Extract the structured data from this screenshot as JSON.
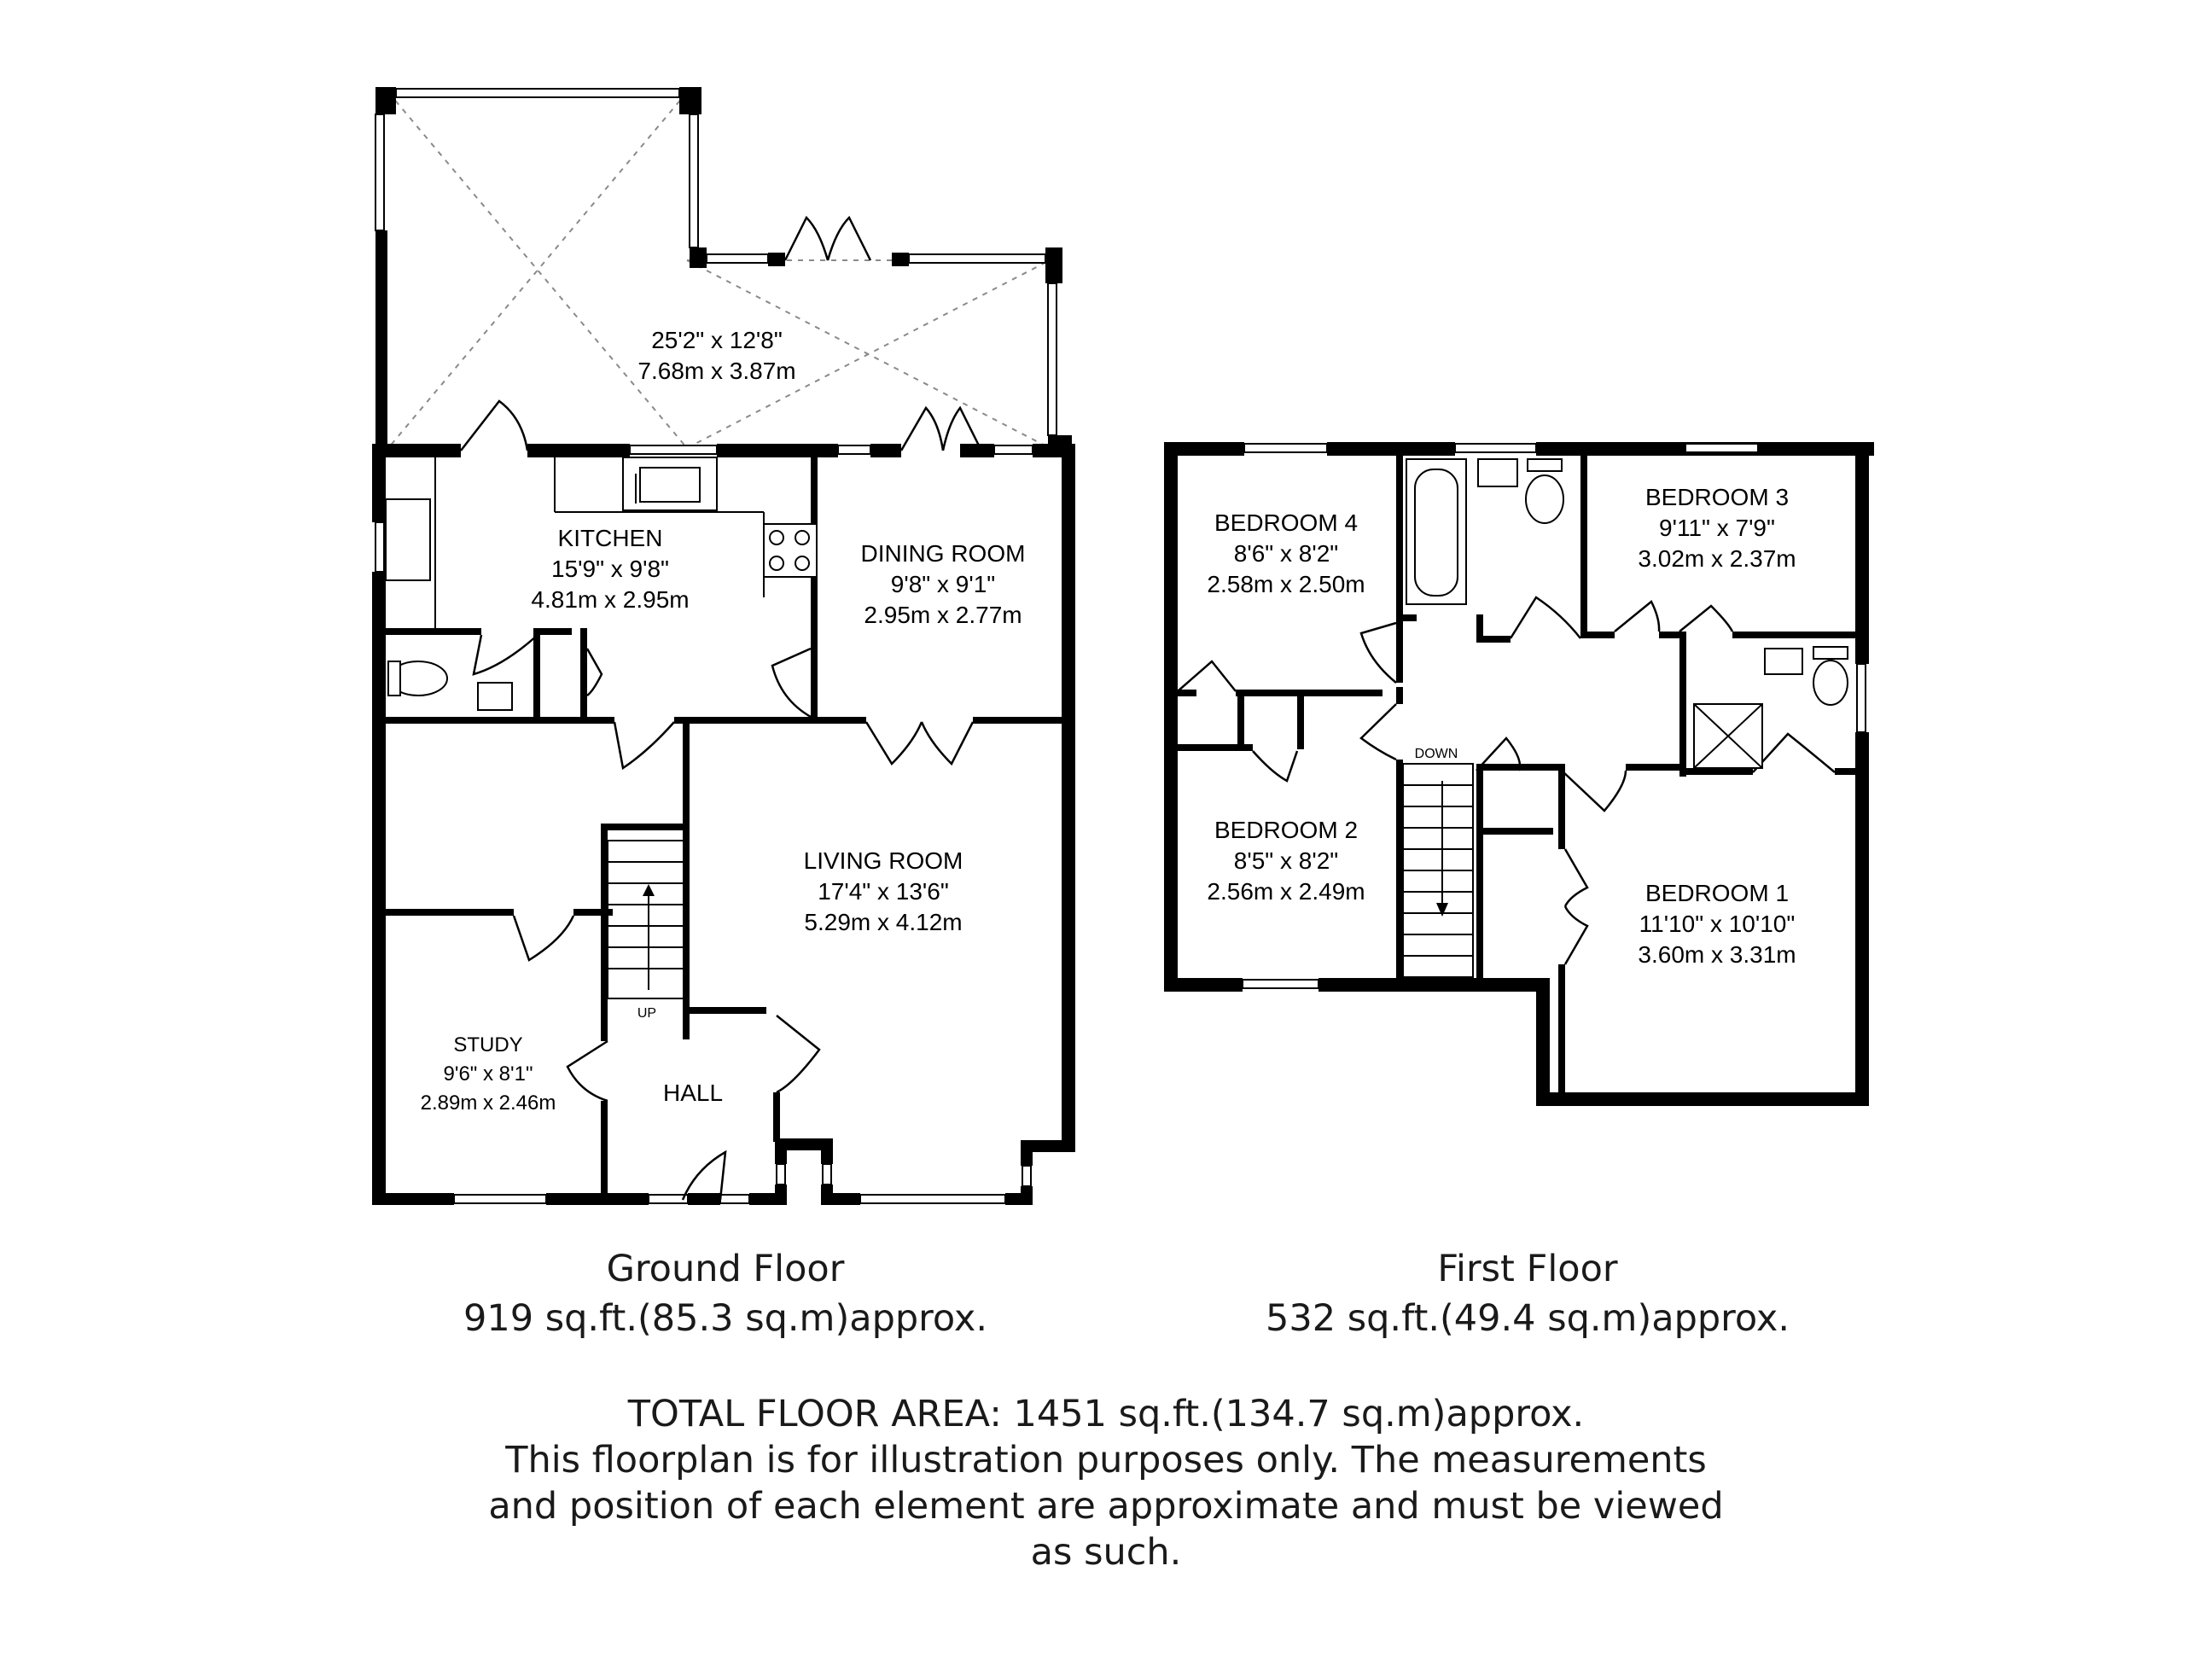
{
  "ground_floor": {
    "rooms": {
      "conservatory": {
        "name": "",
        "dim_imperial": "25'2\" x 12'8\"",
        "dim_metric": "7.68m x 3.87m"
      },
      "kitchen": {
        "name": "KITCHEN",
        "dim_imperial": "15'9\" x 9'8\"",
        "dim_metric": "4.81m x 2.95m"
      },
      "dining": {
        "name": "DINING ROOM",
        "dim_imperial": "9'8\" x 9'1\"",
        "dim_metric": "2.95m x 2.77m"
      },
      "living": {
        "name": "LIVING ROOM",
        "dim_imperial": "17'4\" x 13'6\"",
        "dim_metric": "5.29m x 4.12m"
      },
      "study": {
        "name": "STUDY",
        "dim_imperial": "9'6\" x 8'1\"",
        "dim_metric": "2.89m x 2.46m"
      },
      "hall": {
        "name": "HALL"
      }
    },
    "stairs_label": "UP",
    "title": "Ground Floor",
    "area": "919 sq.ft.(85.3 sq.m)approx."
  },
  "first_floor": {
    "rooms": {
      "bedroom4": {
        "name": "BEDROOM 4",
        "dim_imperial": "8'6\" x 8'2\"",
        "dim_metric": "2.58m x 2.50m"
      },
      "bedroom3": {
        "name": "BEDROOM 3",
        "dim_imperial": "9'11\" x 7'9\"",
        "dim_metric": "3.02m x 2.37m"
      },
      "bedroom2": {
        "name": "BEDROOM 2",
        "dim_imperial": "8'5\" x 8'2\"",
        "dim_metric": "2.56m x 2.49m"
      },
      "bedroom1": {
        "name": "BEDROOM 1",
        "dim_imperial": "11'10\" x 10'10\"",
        "dim_metric": "3.60m x 3.31m"
      }
    },
    "stairs_label": "DOWN",
    "title": "First Floor",
    "area": "532 sq.ft.(49.4 sq.m)approx."
  },
  "footer": {
    "total": "TOTAL FLOOR AREA: 1451 sq.ft.(134.7 sq.m)approx.",
    "disclaimer_lines": [
      "This floorplan is for illustration purposes only. The measurements",
      "and position of each element are approximate and must be viewed",
      "as such."
    ]
  }
}
